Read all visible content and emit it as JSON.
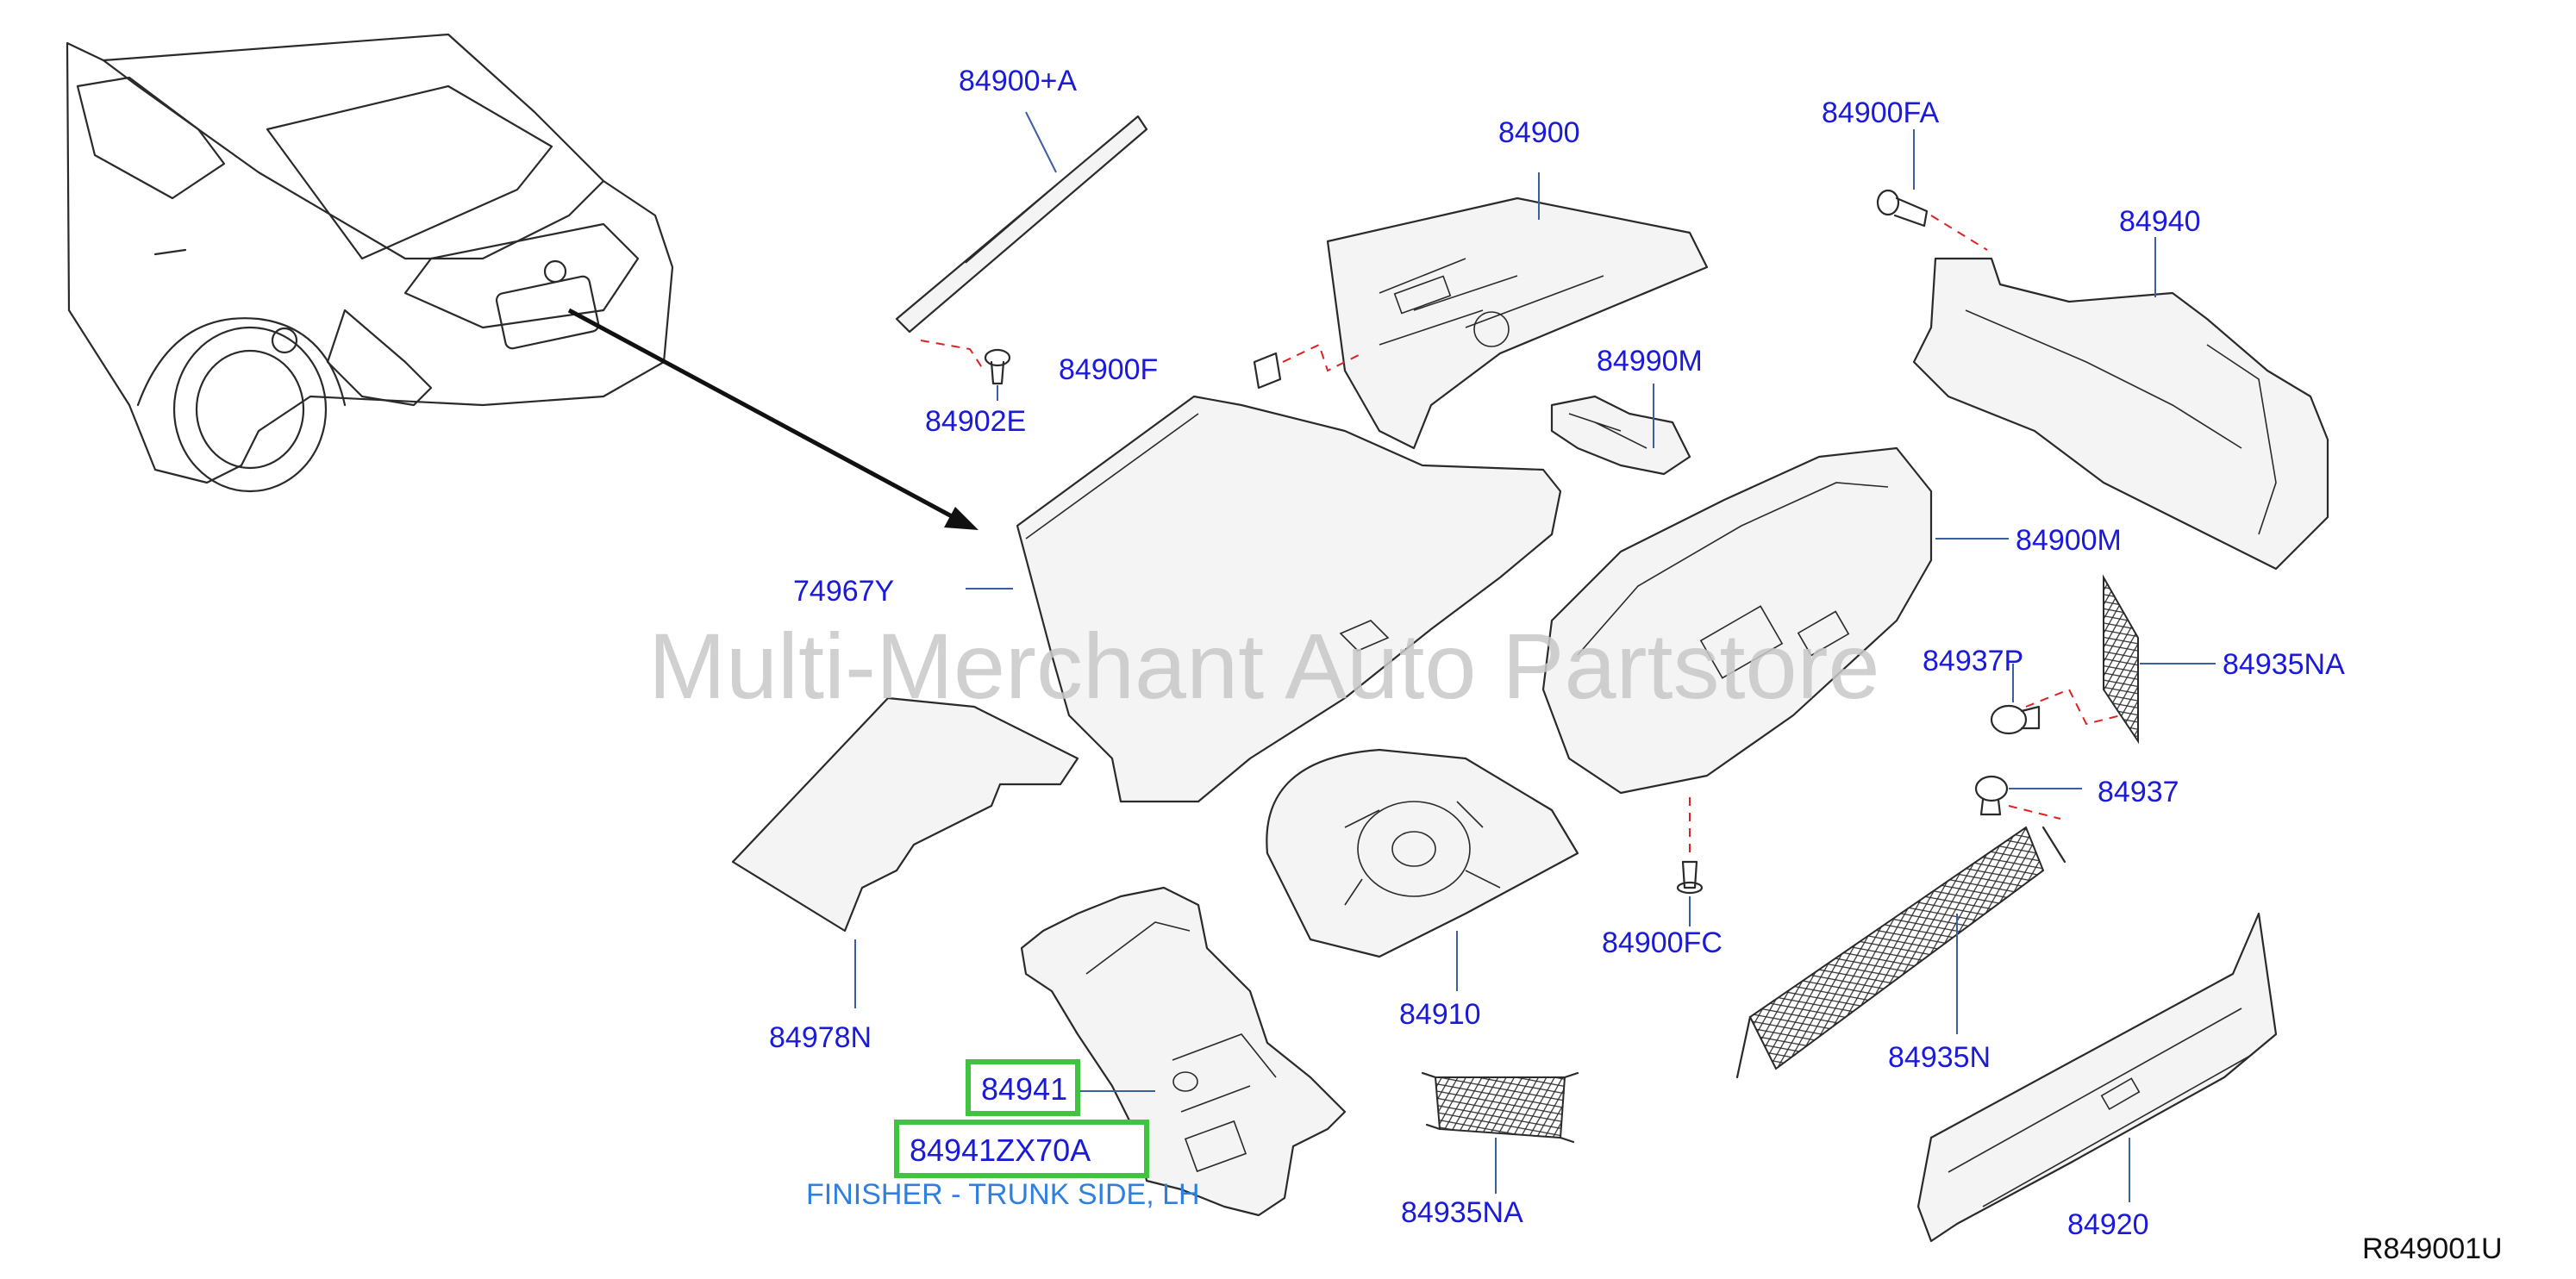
{
  "watermark": "Multi-Merchant Auto Partstore",
  "diagram_ref": "R849001U",
  "description": "FINISHER - TRUNK SIDE, LH",
  "selected": {
    "part": "84941",
    "partnumber": "84941ZX70A"
  },
  "labels": {
    "p84900A": "84900+A",
    "p84900": "84900",
    "p84900FA": "84900FA",
    "p84940": "84940",
    "p84902E": "84902E",
    "p84900F": "84900F",
    "p84990M": "84990M",
    "p74967Y": "74967Y",
    "p84900M": "84900M",
    "p84937P": "84937P",
    "p84935NA_r": "84935NA",
    "p84937": "84937",
    "p84978N": "84978N",
    "p84910": "84910",
    "p84900FC": "84900FC",
    "p84935N": "84935N",
    "p84935NA_b": "84935NA",
    "p84920": "84920"
  },
  "colors": {
    "label": "#1a1ad8",
    "highlight": "#3ec43e",
    "description": "#2f7fe0",
    "dash": "#e02020"
  }
}
